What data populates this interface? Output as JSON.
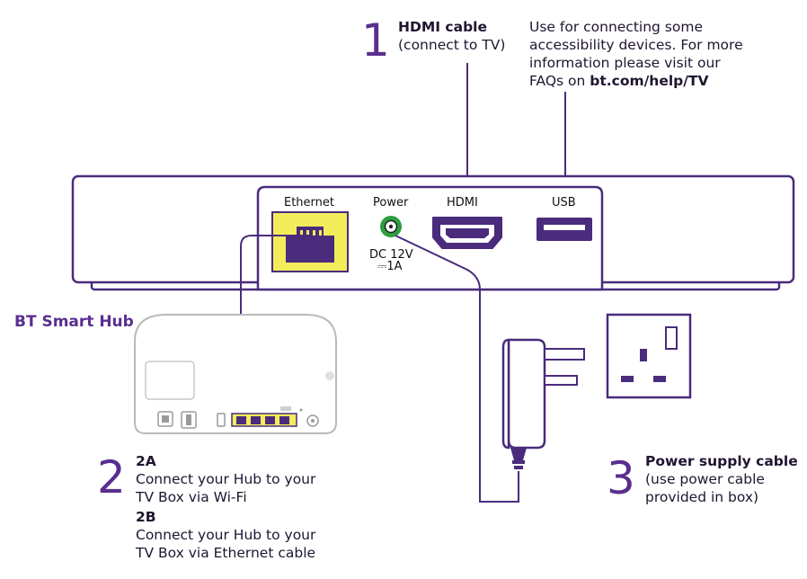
{
  "step1": {
    "number": "1",
    "title": "HDMI cable",
    "subtitle": "(connect to TV)"
  },
  "usb_note": {
    "line1": "Use for connecting some",
    "line2": "accessibility devices. For more",
    "line3": "information please visit our",
    "line4_prefix": "FAQs on ",
    "line4_link": "bt.com/help/TV"
  },
  "ports": {
    "ethernet": "Ethernet",
    "power": "Power",
    "power_spec1": "DC 12V",
    "power_spec2": "⎓1A",
    "hdmi": "HDMI",
    "usb": "USB"
  },
  "hub": {
    "title": "BT Smart Hub"
  },
  "step2": {
    "number": "2",
    "option_a_label": "2A",
    "option_a_line1": "Connect your Hub to your",
    "option_a_line2": "TV Box via Wi-Fi",
    "option_b_label": "2B",
    "option_b_line1": "Connect your Hub to your",
    "option_b_line2": "TV Box via Ethernet cable"
  },
  "step3": {
    "number": "3",
    "title": "Power supply cable",
    "line1": "(use power cable",
    "line2": "provided in box)"
  },
  "colors": {
    "purple": "#4a2b7c",
    "accent_yellow": "#f2ec5a",
    "power_green": "#2e9e3e",
    "number_purple": "#5a2e8f"
  }
}
